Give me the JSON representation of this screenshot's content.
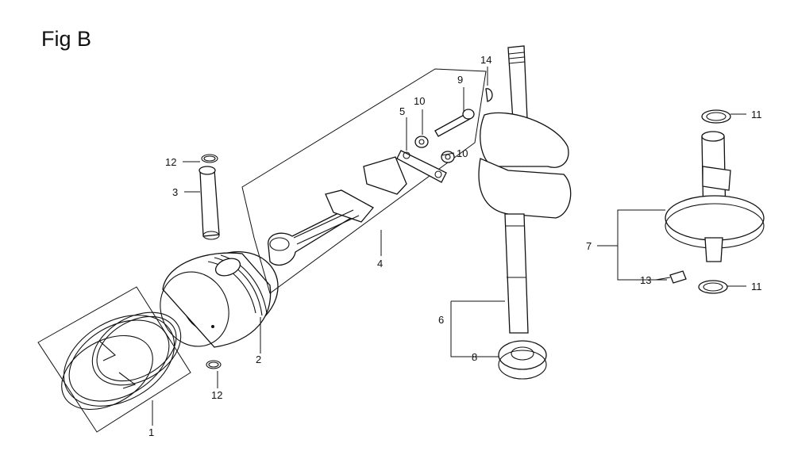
{
  "figure": {
    "title": "Fig B"
  },
  "callouts": [
    {
      "id": "c1",
      "label": "1"
    },
    {
      "id": "c2",
      "label": "2"
    },
    {
      "id": "c3",
      "label": "3"
    },
    {
      "id": "c4",
      "label": "4"
    },
    {
      "id": "c5",
      "label": "5"
    },
    {
      "id": "c6",
      "label": "6"
    },
    {
      "id": "c7",
      "label": "7"
    },
    {
      "id": "c8",
      "label": "8"
    },
    {
      "id": "c9",
      "label": "9"
    },
    {
      "id": "c10a",
      "label": "10"
    },
    {
      "id": "c10b",
      "label": "10"
    },
    {
      "id": "c11a",
      "label": "11"
    },
    {
      "id": "c11b",
      "label": "11"
    },
    {
      "id": "c12a",
      "label": "12"
    },
    {
      "id": "c12b",
      "label": "12"
    },
    {
      "id": "c13",
      "label": "13"
    },
    {
      "id": "c14",
      "label": "14"
    }
  ]
}
